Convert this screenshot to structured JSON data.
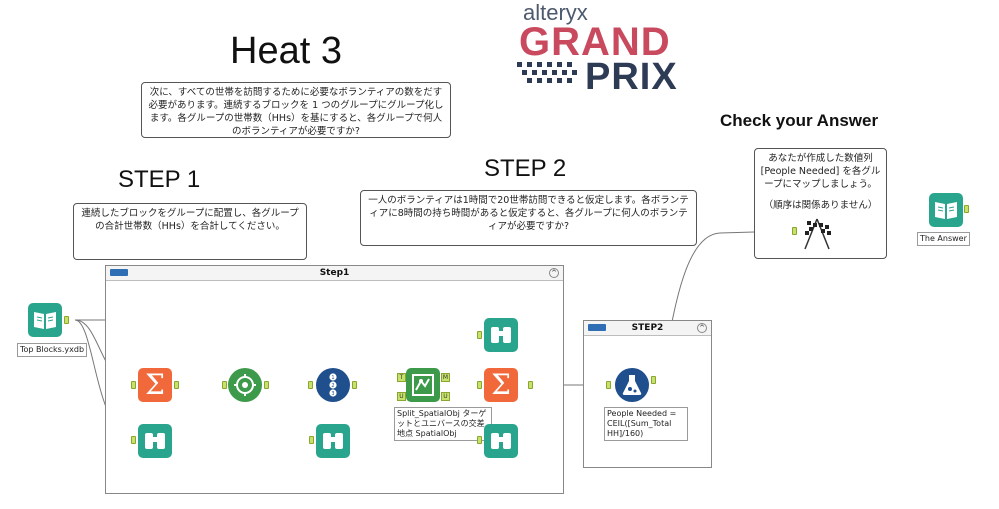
{
  "title": "Heat 3",
  "logo": {
    "brand": "alteryx",
    "line1": "GRAND",
    "line2": "PRIX"
  },
  "intro_text": "次に、すべての世帯を訪問するために必要なボランティアの数をだす必要があります。連続するブロックを 1 つのグループにグループ化します。各グループの世帯数（HHs）を基にすると、各グループで何人のボランティアが必要ですか?",
  "step1": {
    "heading": "STEP 1",
    "text": "連続したブロックをグループに配置し、各グループの合計世帯数（HHs）を合計してください。"
  },
  "step2": {
    "heading": "STEP 2",
    "text": "一人のボランティアは1時間で20世帯訪問できると仮定します。各ボランティアに8時間の持ち時間があると仮定すると、各グループに何人のボランティアが必要ですか?"
  },
  "check": {
    "heading": "Check your Answer",
    "text": "あなたが作成した数値列 [People Needed] を各グループにマップしましょう。",
    "note": "（順序は関係ありません）"
  },
  "containers": {
    "step1": "Step1",
    "step2": "STEP2"
  },
  "tools": {
    "input_label": "Top Blocks.yxdb",
    "answer_label": "The Answer",
    "spatial_label": "Split_SpatialObj ターゲットとユニバースの交差地点 SpatialObj",
    "formula_label": "People Needed = CEIL([Sum_Total HH]/160)",
    "anchor_t": "T",
    "anchor_m": "M",
    "anchor_u_in": "U",
    "anchor_u_out": "U"
  },
  "colors": {
    "input_tool": "#2aa58d",
    "summarize_tool": "#f1683a",
    "browse_tool": "#2aa58d",
    "tile_tool": "#3d9a4b",
    "record_id_tool": "#1f4f8c",
    "spatial_tool": "#3d9a4b",
    "formula_tool": "#1f4f8c",
    "logo_grand": "#c94a5e",
    "logo_prix": "#2e3b55",
    "container_bar": "#2f6db5"
  }
}
